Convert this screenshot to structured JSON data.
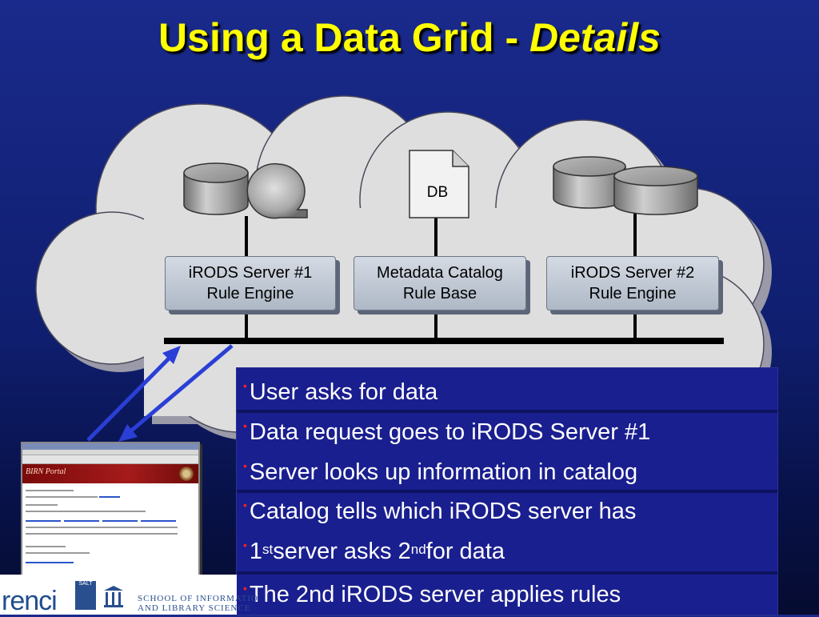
{
  "slide": {
    "title_main": "Using a Data Grid - ",
    "title_emphasis": "Details",
    "db_label": "DB",
    "servers": [
      {
        "line1": "iRODS Server #1",
        "line2": "Rule Engine"
      },
      {
        "line1": "Metadata Catalog",
        "line2": "Rule Base"
      },
      {
        "line1": "iRODS Server #2",
        "line2": "Rule Engine"
      }
    ],
    "bullets": [
      {
        "text": "User asks for data"
      },
      {
        "text": "Data request goes to iRODS Server #1"
      },
      {
        "text": "Server looks up information in catalog"
      },
      {
        "text": "Catalog tells which iRODS server has"
      },
      {
        "pre": "1",
        "sup1": "st",
        "mid": " server asks 2",
        "sup2": "nd",
        "post": " for data"
      },
      {
        "text": "The 2nd iRODS server applies rules"
      }
    ],
    "screenshot": {
      "portal_text": "BIRN Portal"
    },
    "logos": {
      "renci": "renci",
      "salt": "SALT",
      "school_line1": "SCHOOL OF INFORMATIO",
      "school_line2": "AND LIBRARY SCIENCE"
    }
  },
  "colors": {
    "title": "#ffff00",
    "background": "#1a2a8c",
    "cloud": "#dedede",
    "bullet_box": "#1a1f8f",
    "bullet_marker": "#ff2020"
  }
}
